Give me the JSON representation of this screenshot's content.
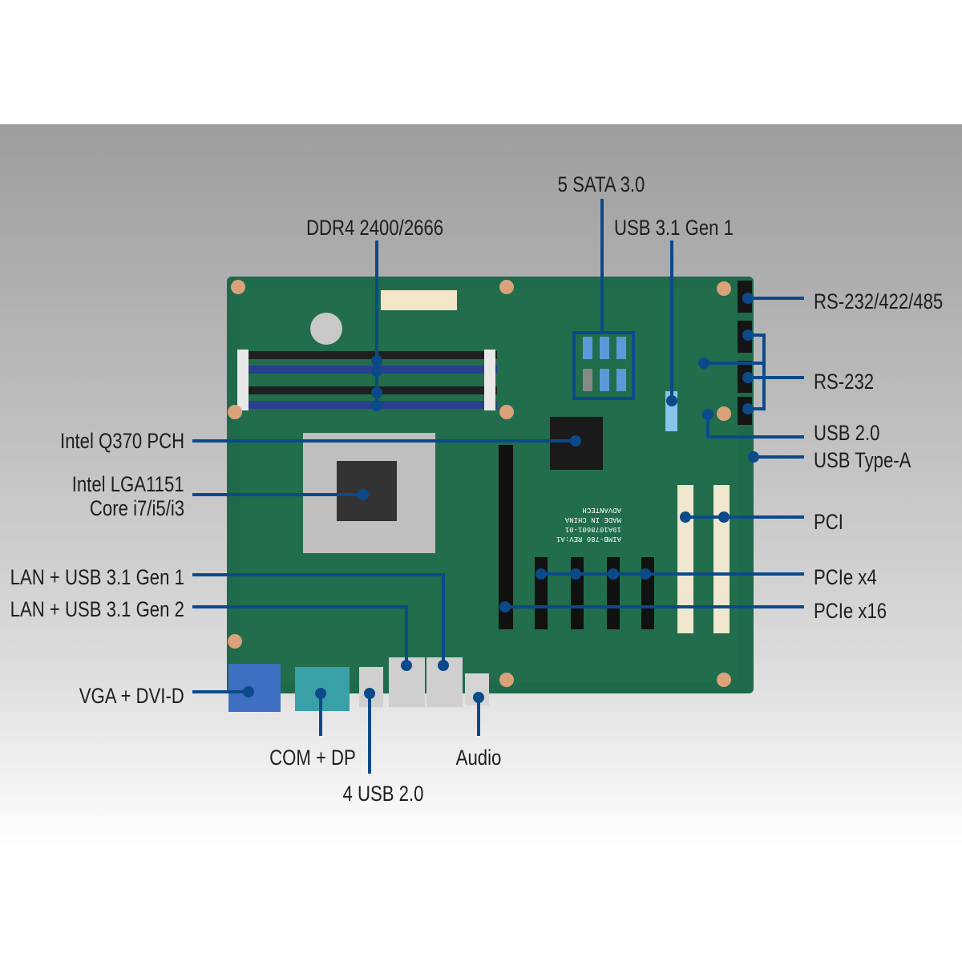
{
  "labels": {
    "sata": "5 SATA 3.0",
    "usb31_gen1_header": "USB 3.1 Gen 1",
    "ddr4": "DDR4 2400/2666",
    "rs232_422_485": "RS-232/422/485",
    "rs232": "RS-232",
    "usb20_header": "USB 2.0",
    "usb_type_a": "USB Type-A",
    "pci": "PCI",
    "pcie_x4": "PCIe x4",
    "pcie_x16": "PCIe x16",
    "pch": "Intel Q370 PCH",
    "cpu_line1": "Intel LGA1151",
    "cpu_line2": "Core i7/i5/i3",
    "lan_usb_gen1": "LAN + USB 3.1 Gen 1",
    "lan_usb_gen2": "LAN + USB 3.1 Gen 2",
    "vga_dvi": "VGA + DVI-D",
    "com_dp": "COM + DP",
    "usb20_rear": "4 USB 2.0",
    "audio": "Audio"
  },
  "board_markings": [
    "AIMB-786 REV:A1",
    "19A1078601-01",
    "MADE IN CHINA",
    "ADVANTECH"
  ],
  "colors": {
    "callout": "#0b4a8a",
    "board": "#1f6a4a"
  }
}
